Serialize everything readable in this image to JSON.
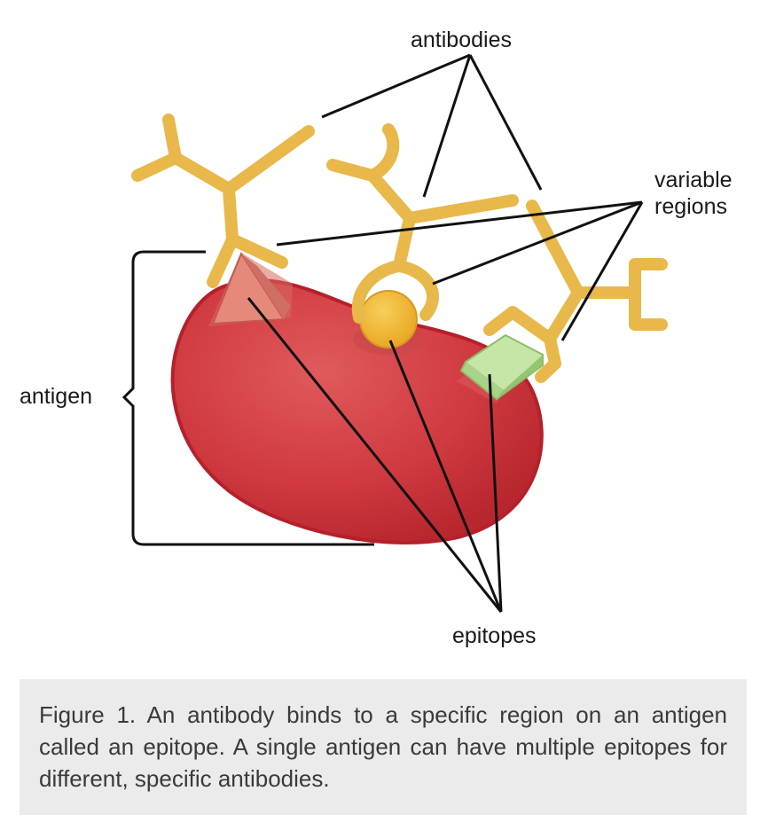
{
  "figure": {
    "labels": {
      "antibodies": "antibodies",
      "variable_regions_line1": "variable",
      "variable_regions_line2": "regions",
      "antigen": "antigen",
      "epitopes": "epitopes"
    },
    "colors": {
      "antigen_fill": "#c9353a",
      "antigen_stroke": "#b5202a",
      "antibody_fill": "#e9b84a",
      "antibody_stroke": "#c98f2a",
      "epitope_triangle": "#e27b6c",
      "epitope_circle": "#f3b62f",
      "epitope_box": "#b9e09a",
      "leader_line": "#111111"
    }
  },
  "caption": {
    "text": "Figure 1. An antibody binds to a specific region on an antigen called an epitope. A single antigen can have multiple epitopes for different, specific antibodies."
  }
}
